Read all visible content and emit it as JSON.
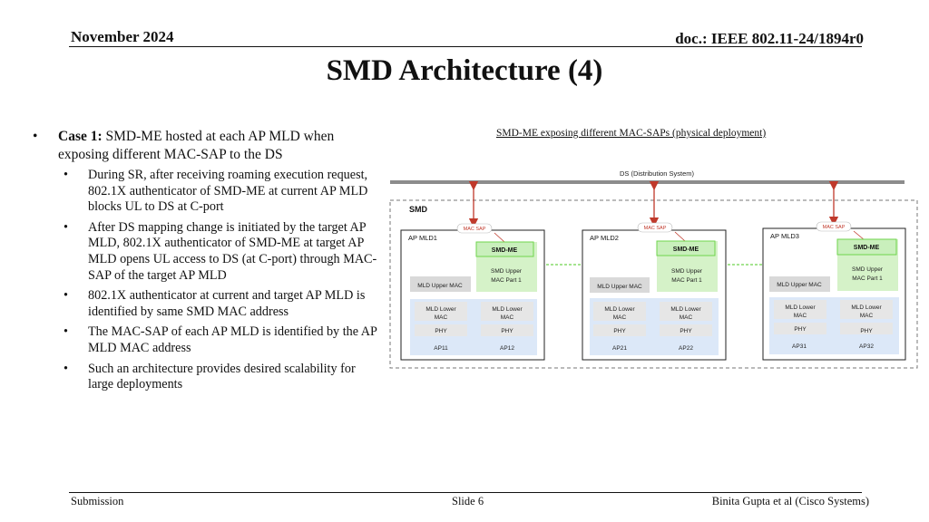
{
  "header": {
    "date": "November 2024",
    "doc": "doc.: IEEE 802.11-24/1894r0"
  },
  "title": "SMD Architecture (4)",
  "bullets": {
    "case_label": "Case 1:",
    "case_text": " SMD-ME hosted at each AP MLD when exposing different MAC-SAP to the DS",
    "items": [
      "During SR, after receiving roaming execution request, 802.1X authenticator of SMD-ME at current AP MLD blocks UL to DS at C-port",
      "After DS mapping change is initiated by the target AP MLD, 802.1X authenticator of SMD-ME at target AP MLD opens UL access to DS (at C-port) through MAC-SAP of the target AP MLD",
      "802.1X authenticator at current and target AP MLD is identified by same SMD MAC address",
      "The MAC-SAP of each AP MLD is identified by the AP MLD MAC address",
      "Such an architecture provides desired scalability for large deployments"
    ]
  },
  "diagram": {
    "caption": "SMD-ME exposing different MAC-SAPs (physical deployment)",
    "ds_label": "DS (Distribution System)",
    "smd_label": "SMD",
    "mac_sap": "MAC SAP",
    "smd_me": "SMD-ME",
    "smd_upper_1": "SMD Upper",
    "smd_upper_2": "MAC Part 1",
    "mld_upper": "MLD  Upper MAC",
    "mld_upper_alt": "MLD Upper MAC",
    "mld_lower_1": "MLD Lower",
    "mld_lower_2": "MAC",
    "phy": "PHY",
    "mlds": [
      {
        "name": "AP MLD1",
        "aps": [
          "AP11",
          "AP12"
        ]
      },
      {
        "name": "AP MLD2",
        "aps": [
          "AP21",
          "AP22"
        ]
      },
      {
        "name": "AP MLD3",
        "aps": [
          "AP31",
          "AP32"
        ]
      }
    ]
  },
  "footer": {
    "left": "Submission",
    "center": "Slide 6",
    "right": "Binita Gupta et al (Cisco Systems)"
  }
}
